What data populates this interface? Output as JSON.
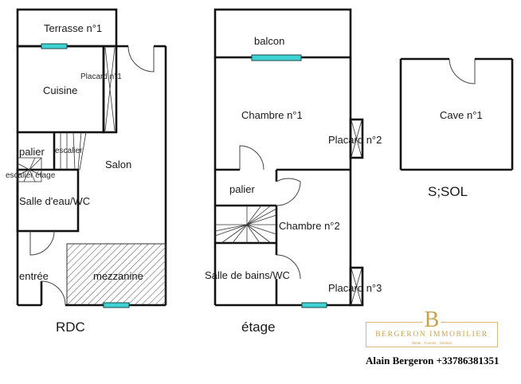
{
  "levels": {
    "rdc": {
      "title": "RDC",
      "rooms": {
        "terrasse": "Terrasse n°1",
        "cuisine": "Cuisine",
        "placard": "Placard n°1",
        "palier": "palier",
        "escalier": "escalier",
        "escalier_etage": "escalier étage",
        "salon": "Salon",
        "salle_eau": "Salle d'eau/WC",
        "entree": "entrée",
        "mezzanine": "mezzanine"
      }
    },
    "etage": {
      "title": "étage",
      "rooms": {
        "balcon": "balcon",
        "chambre1": "Chambre n°1",
        "placard2": "Placard n°2",
        "palier": "palier",
        "chambre2": "Chambre n°2",
        "salle_bains": "Salle de bains/WC",
        "placard3": "Placard n°3"
      }
    },
    "sous_sol": {
      "title": "S;SOL",
      "rooms": {
        "cave": "Cave n°1"
      }
    }
  },
  "branding": {
    "logo_letter": "B",
    "agency_name": "BERGERON IMMOBILIER",
    "tagline": "Vente · Foncier · Gestion",
    "contact": "Alain Bergeron +33786381351",
    "accent_color": "#c9a24e"
  },
  "colors": {
    "wall": "#111111",
    "window": "#3fd3d3"
  }
}
